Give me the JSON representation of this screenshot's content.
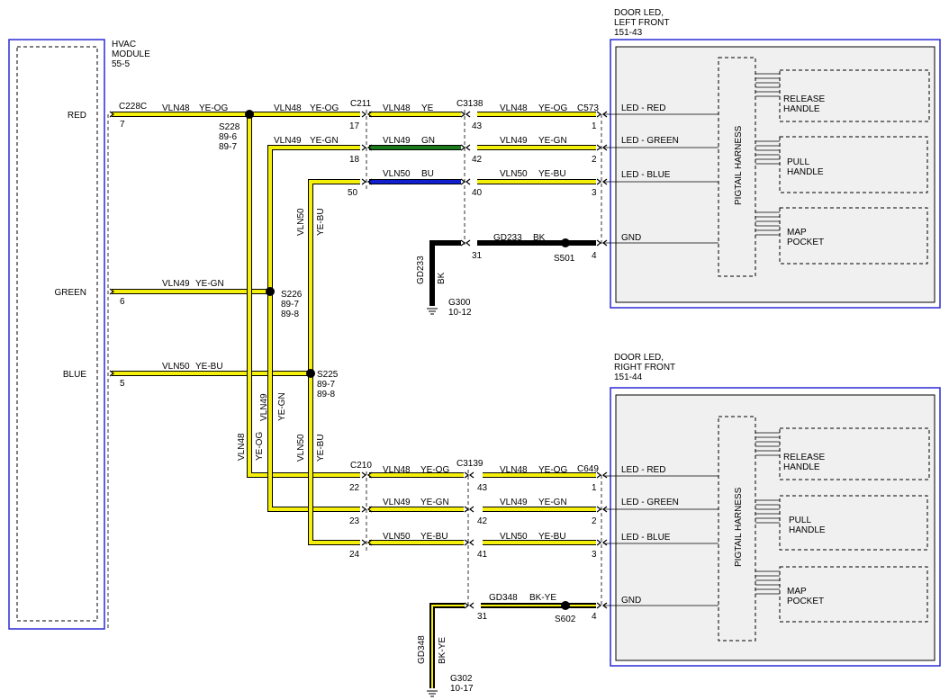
{
  "colors": {
    "yellow": "#f5ef0c",
    "green": "#1a7a1a",
    "blue": "#1020d0",
    "black": "#000000",
    "border_blue": "#2a2ad6",
    "box_grey": "#f0f0f0"
  },
  "hvac": {
    "title_line1": "HVAC",
    "title_line2": "MODULE",
    "ref": "55-5",
    "pin_red": "RED",
    "pin_green": "GREEN",
    "pin_blue": "BLUE",
    "connector": "C228C",
    "pin_7": "7",
    "pin_6": "6",
    "pin_5": "5"
  },
  "splices": {
    "s228": {
      "name": "S228",
      "ref1": "89-6",
      "ref2": "89-7"
    },
    "s226": {
      "name": "S226",
      "ref1": "89-7",
      "ref2": "89-8"
    },
    "s225": {
      "name": "S225",
      "ref1": "89-7",
      "ref2": "89-8"
    }
  },
  "wires": {
    "vln48": "VLN48",
    "vln49": "VLN49",
    "vln50": "VLN50",
    "ye_og": "YE-OG",
    "ye_gn": "YE-GN",
    "ye_bu": "YE-BU",
    "ye": "YE",
    "gn": "GN",
    "bu": "BU"
  },
  "left_front": {
    "title_line1": "DOOR LED,",
    "title_line2": "LEFT FRONT",
    "ref": "151-43",
    "c_near": "C211",
    "c_near_pins": [
      "17",
      "18",
      "50"
    ],
    "c_mid": "C3138",
    "c_mid_pins": [
      "43",
      "42",
      "40",
      "31"
    ],
    "c_far": "C573",
    "c_far_pins": [
      "1",
      "2",
      "3",
      "4"
    ],
    "gnd_wire": "GD233",
    "gnd_color": "BK",
    "splice": "S501",
    "ground": "G300",
    "ground_ref": "10-12",
    "led_red": "LED - RED",
    "led_green": "LED - GREEN",
    "led_blue": "LED - BLUE",
    "gnd": "GND",
    "pigtail": "PIGTAIL HARNESS",
    "release_1": "RELEASE",
    "release_2": "HANDLE",
    "pull_1": "PULL",
    "pull_2": "HANDLE",
    "map_1": "MAP",
    "map_2": "POCKET"
  },
  "right_front": {
    "title_line1": "DOOR LED,",
    "title_line2": "RIGHT FRONT",
    "ref": "151-44",
    "c_near": "C210",
    "c_near_pins": [
      "22",
      "23",
      "24"
    ],
    "c_mid": "C3139",
    "c_mid_pins": [
      "43",
      "42",
      "41",
      "31"
    ],
    "c_far": "C649",
    "c_far_pins": [
      "1",
      "2",
      "3",
      "4"
    ],
    "gnd_wire": "GD348",
    "gnd_color": "BK-YE",
    "splice": "S602",
    "ground": "G302",
    "ground_ref": "10-17",
    "led_red": "LED - RED",
    "led_green": "LED - GREEN",
    "led_blue": "LED - BLUE",
    "gnd": "GND",
    "pigtail": "PIGTAIL HARNESS",
    "release_1": "RELEASE",
    "release_2": "HANDLE",
    "pull_1": "PULL",
    "pull_2": "HANDLE",
    "map_1": "MAP",
    "map_2": "POCKET"
  }
}
